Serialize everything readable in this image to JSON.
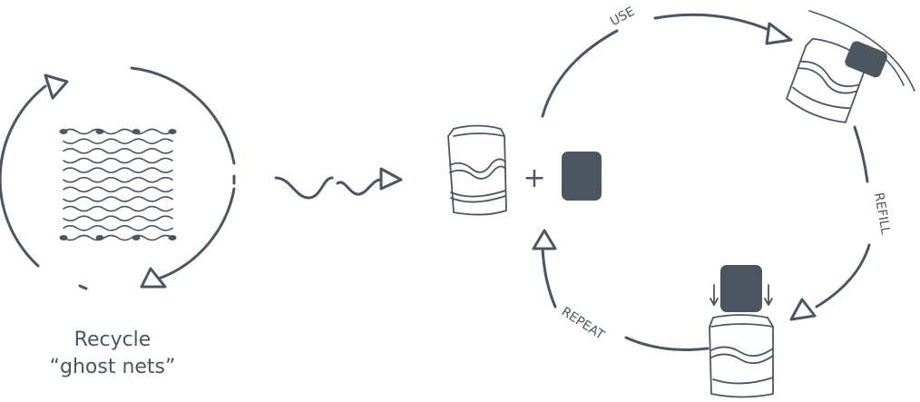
{
  "colors": {
    "ink": "#4c5660",
    "fill": "#4c5660",
    "background": "#ffffff"
  },
  "recycle": {
    "line1": "Recycle",
    "line2": "“ghost nets”"
  },
  "plus": "+",
  "cycle": {
    "use": "USE",
    "refill": "REFILL",
    "repeat": "REPEAT"
  }
}
